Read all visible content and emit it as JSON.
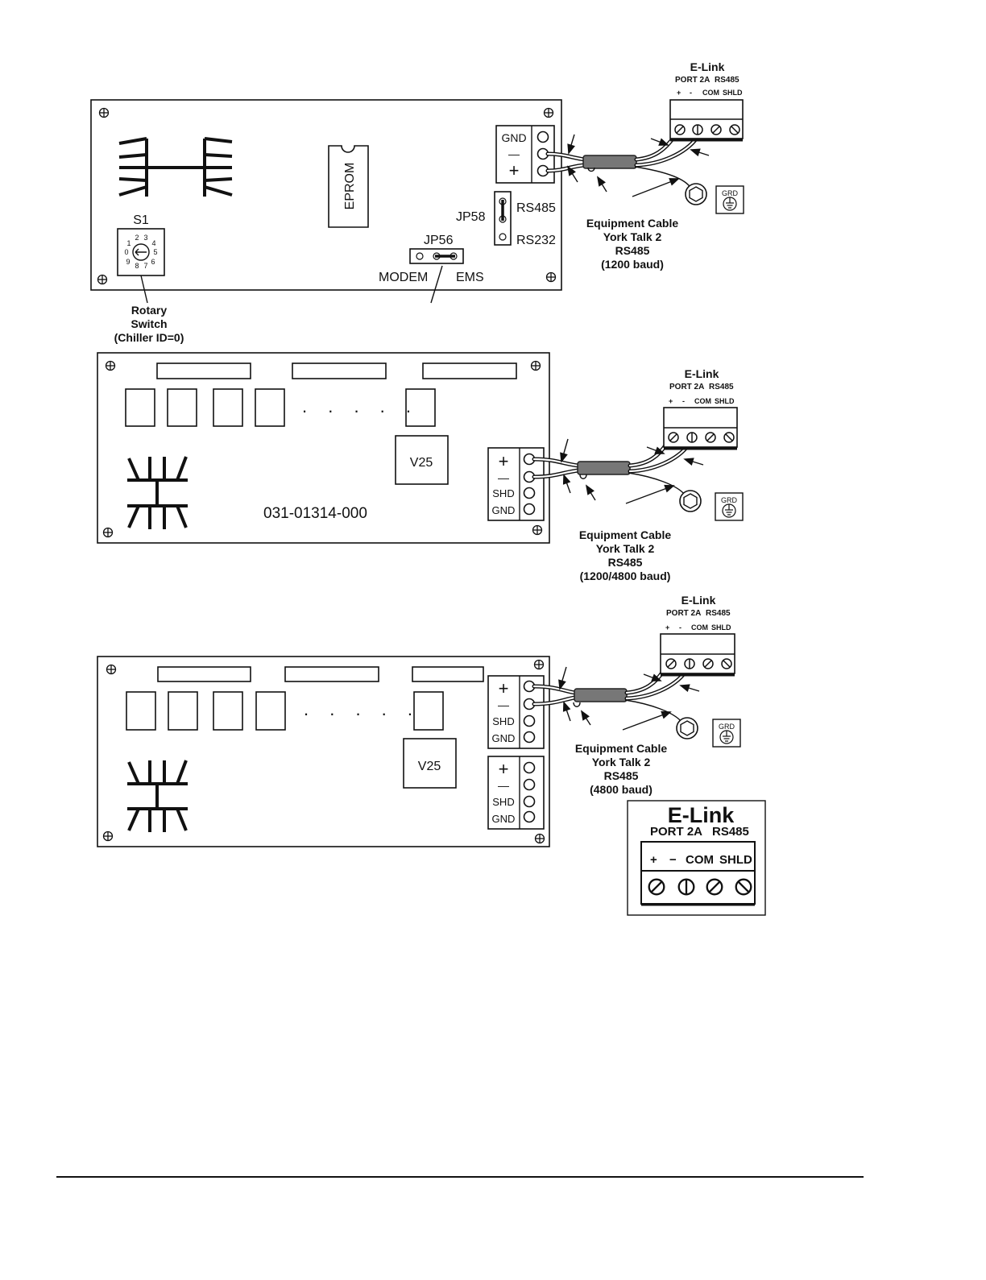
{
  "diagram1": {
    "eprom_label": "EPROM",
    "switch_id": "S1",
    "switch_digits": [
      "0",
      "1",
      "2",
      "3",
      "4",
      "5",
      "6",
      "7",
      "8",
      "9"
    ],
    "switch_caption": [
      "Rotary",
      "Switch",
      "(Chiller ID=0)"
    ],
    "jp58": "JP58",
    "rs485": "RS485",
    "rs232": "RS232",
    "jp56": "JP56",
    "modem": "MODEM",
    "ems": "EMS",
    "terminal_labels": [
      "GND",
      "—",
      "+"
    ],
    "cable_caption": [
      "Equipment Cable",
      "York Talk 2",
      "RS485",
      "(1200 baud)"
    ]
  },
  "diagram2": {
    "part_number": "031-01314-000",
    "chip": "V25",
    "dots": ". . . . .",
    "terminal_labels": [
      "+",
      "—",
      "SHD",
      "GND"
    ],
    "cable_caption": [
      "Equipment Cable",
      "York Talk 2",
      "RS485",
      "(1200/4800 baud)"
    ]
  },
  "diagram3": {
    "chip": "V25",
    "dots": ". . . . .",
    "terminal_labels_upper": [
      "+",
      "—",
      "SHD",
      "GND"
    ],
    "terminal_labels_lower": [
      "+",
      "—",
      "SHD",
      "GND"
    ],
    "cable_caption": [
      "Equipment Cable",
      "York Talk 2",
      "RS485",
      "(4800 baud)"
    ]
  },
  "elink": {
    "title": "E-Link",
    "port": "PORT 2A",
    "protocol": "RS485",
    "terminals": [
      "+",
      "-",
      "COM",
      "SHLD"
    ],
    "ground_label": "GRD"
  },
  "elink_large": {
    "title": "E-Link",
    "port": "PORT 2A",
    "protocol": "RS485",
    "terminals": [
      "+",
      "−",
      "COM",
      "SHLD"
    ]
  }
}
